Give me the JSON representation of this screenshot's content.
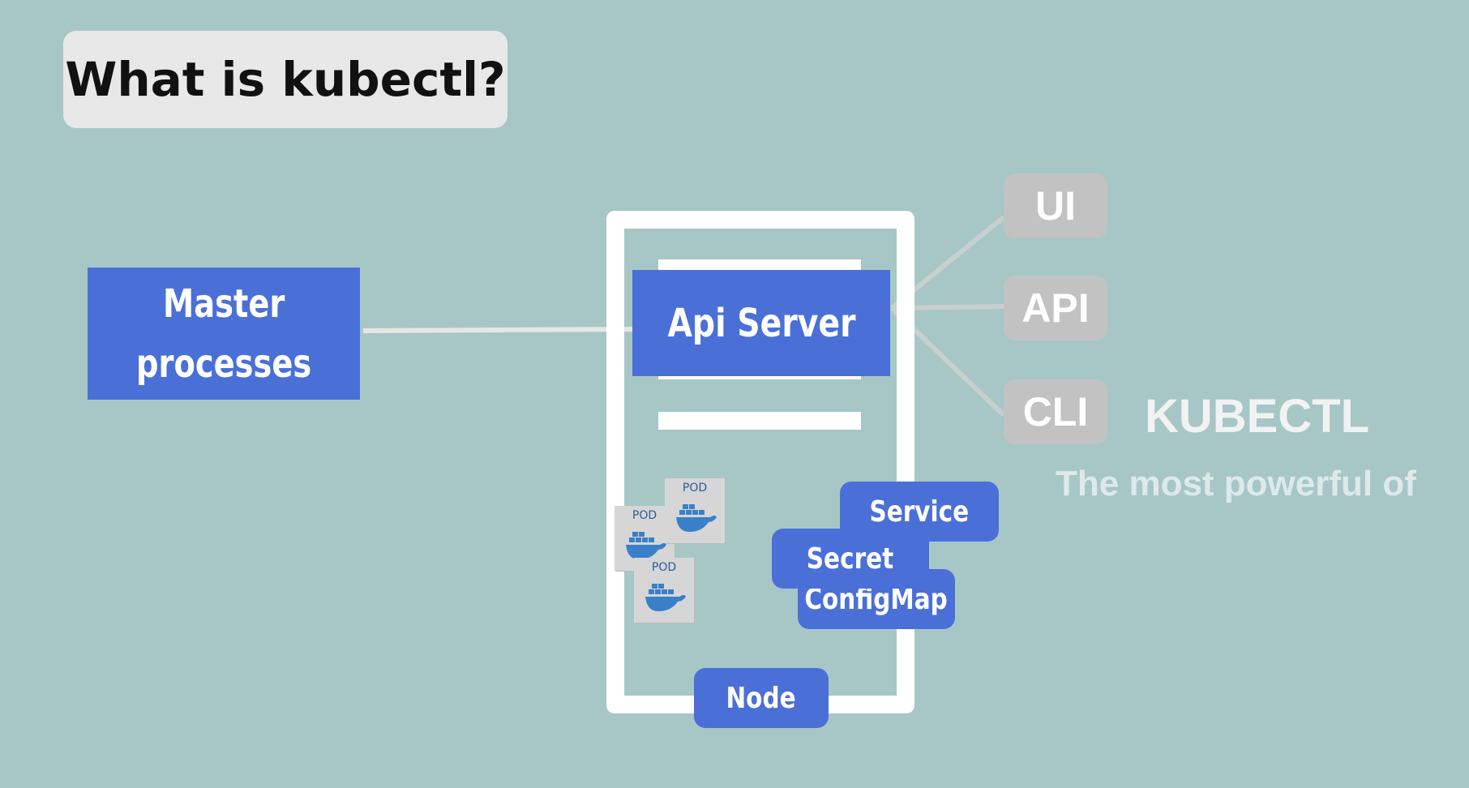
{
  "title": "What is kubectl?",
  "master": {
    "line1": "Master",
    "line2": "processes"
  },
  "api_server": "Api Server",
  "clients": [
    "UI",
    "API",
    "CLI"
  ],
  "kubectl": "KUBECTL",
  "subtitle": "The most powerful of",
  "resources": {
    "service": "Service",
    "secret": "Secret",
    "configmap": "ConfigMap"
  },
  "node": "Node",
  "pods": [
    "POD",
    "POD",
    "POD"
  ],
  "colors": {
    "background": "#a6c7c6",
    "accent": "#4a70d8",
    "client_box": "#c2c2c2"
  },
  "icons": {
    "pod": "docker-whale-icon"
  }
}
